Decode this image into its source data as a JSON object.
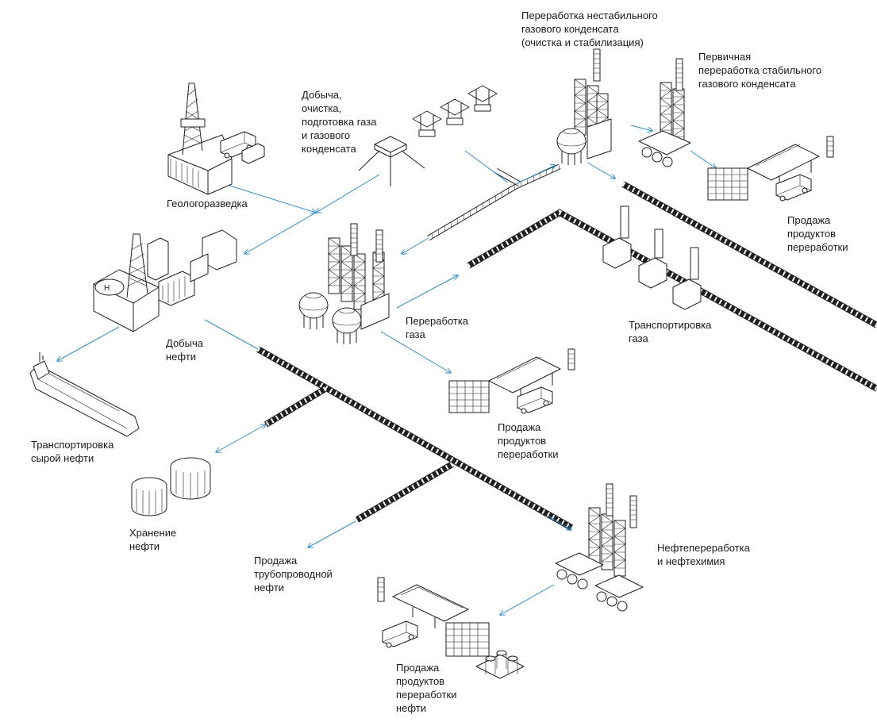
{
  "colors": {
    "accent": "#2f8fd0",
    "ink": "#1f1f1f"
  },
  "labels": {
    "geologorazvedka": "Геологоразведка",
    "dobycha_gaza": "Добыча,\nочистка,\nподготовка газа\nи газового\nконденсата",
    "pererabotka_nestabilnogo": "Переработка нестабильного\nгазового конденсата\n(очистка и стабилизация)",
    "pervichnaya_pererabotka": "Первичная\nпереработка стабильного\nгазового конденсата",
    "prodazha_gaz_kondensat": "Продажа\nпродуктов\nпереработки",
    "dobycha_nefti": "Добыча\nнефти",
    "pererabotka_gaza": "Переработка\nгаза",
    "transportirovka_gaza": "Транспортировка\nгаза",
    "transportirovka_nefti": "Транспортировка\nсырой нефти",
    "prodazha_gaz": "Продажа\nпродуктов\nпереработки",
    "hranenie_nefti": "Хранение\nнефти",
    "prodazha_truboprovodnoy": "Продажа\nтрубопроводной\nнефти",
    "neftepererabotka": "Нефтепереработка\nи нефтехимия",
    "prodazha_nefti": "Продажа\nпродуктов\nпереработки\nнефти"
  }
}
